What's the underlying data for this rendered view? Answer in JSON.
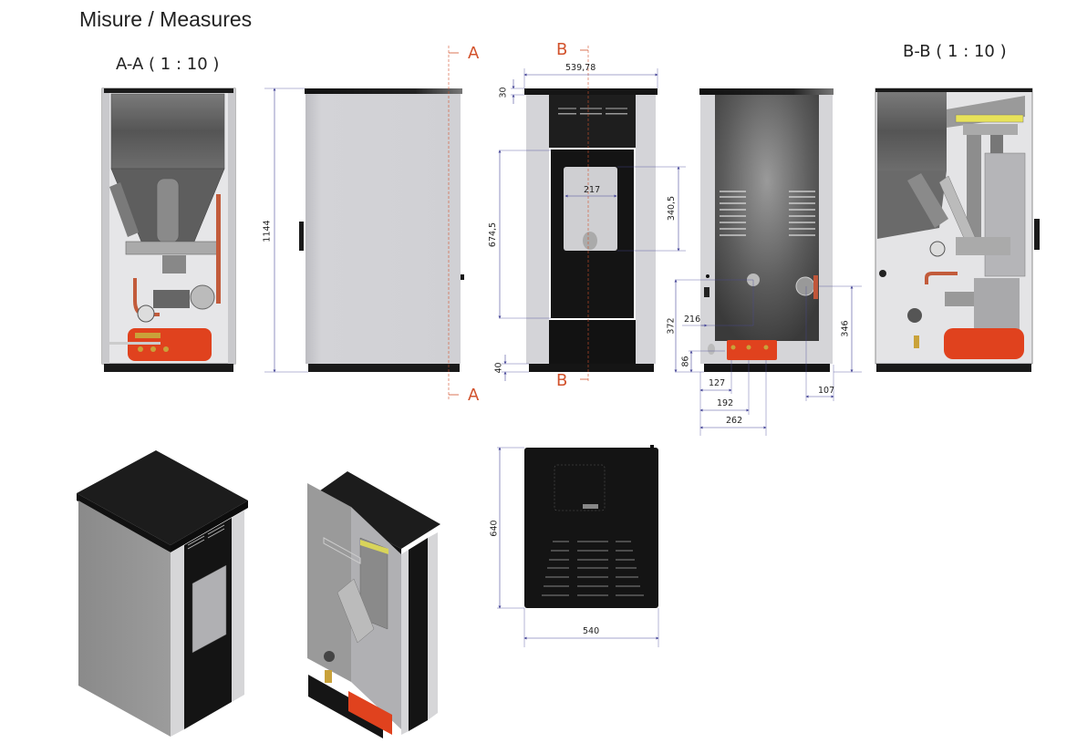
{
  "page": {
    "title": "Misure / Measures"
  },
  "sections": {
    "aa_label": "A-A ( 1 : 10 )",
    "bb_label": "B-B ( 1 : 10 )",
    "cut_a": "A",
    "cut_b": "B"
  },
  "dimensions": {
    "total_height": "1144",
    "total_width_front": "539,78",
    "top_thickness": "30",
    "door_height": "674,5",
    "glass_width": "217",
    "glass_height": "340,5",
    "base_height": "40",
    "outlet_height_1": "372",
    "outlet_offset_216": "216",
    "outlet_height_86": "86",
    "outlet_x_127": "127",
    "outlet_x_192": "192",
    "outlet_x_262": "262",
    "outlet_height_346": "346",
    "outlet_right_107": "107",
    "top_depth": "640",
    "top_width": "540"
  },
  "views": [
    {
      "name": "section-a-a",
      "label": "A-A ( 1 : 10 )"
    },
    {
      "name": "side-view"
    },
    {
      "name": "front-view"
    },
    {
      "name": "rear-view"
    },
    {
      "name": "section-b-b",
      "label": "B-B ( 1 : 10 )"
    },
    {
      "name": "top-view"
    },
    {
      "name": "isometric-view"
    },
    {
      "name": "isometric-cutaway-view"
    }
  ],
  "colors": {
    "dimension_line": "#4a4a9a",
    "cut_marker": "#d2522c",
    "body_black": "#151515",
    "panel_grey": "#cfcfd3",
    "boiler_red": "#e24a22"
  }
}
